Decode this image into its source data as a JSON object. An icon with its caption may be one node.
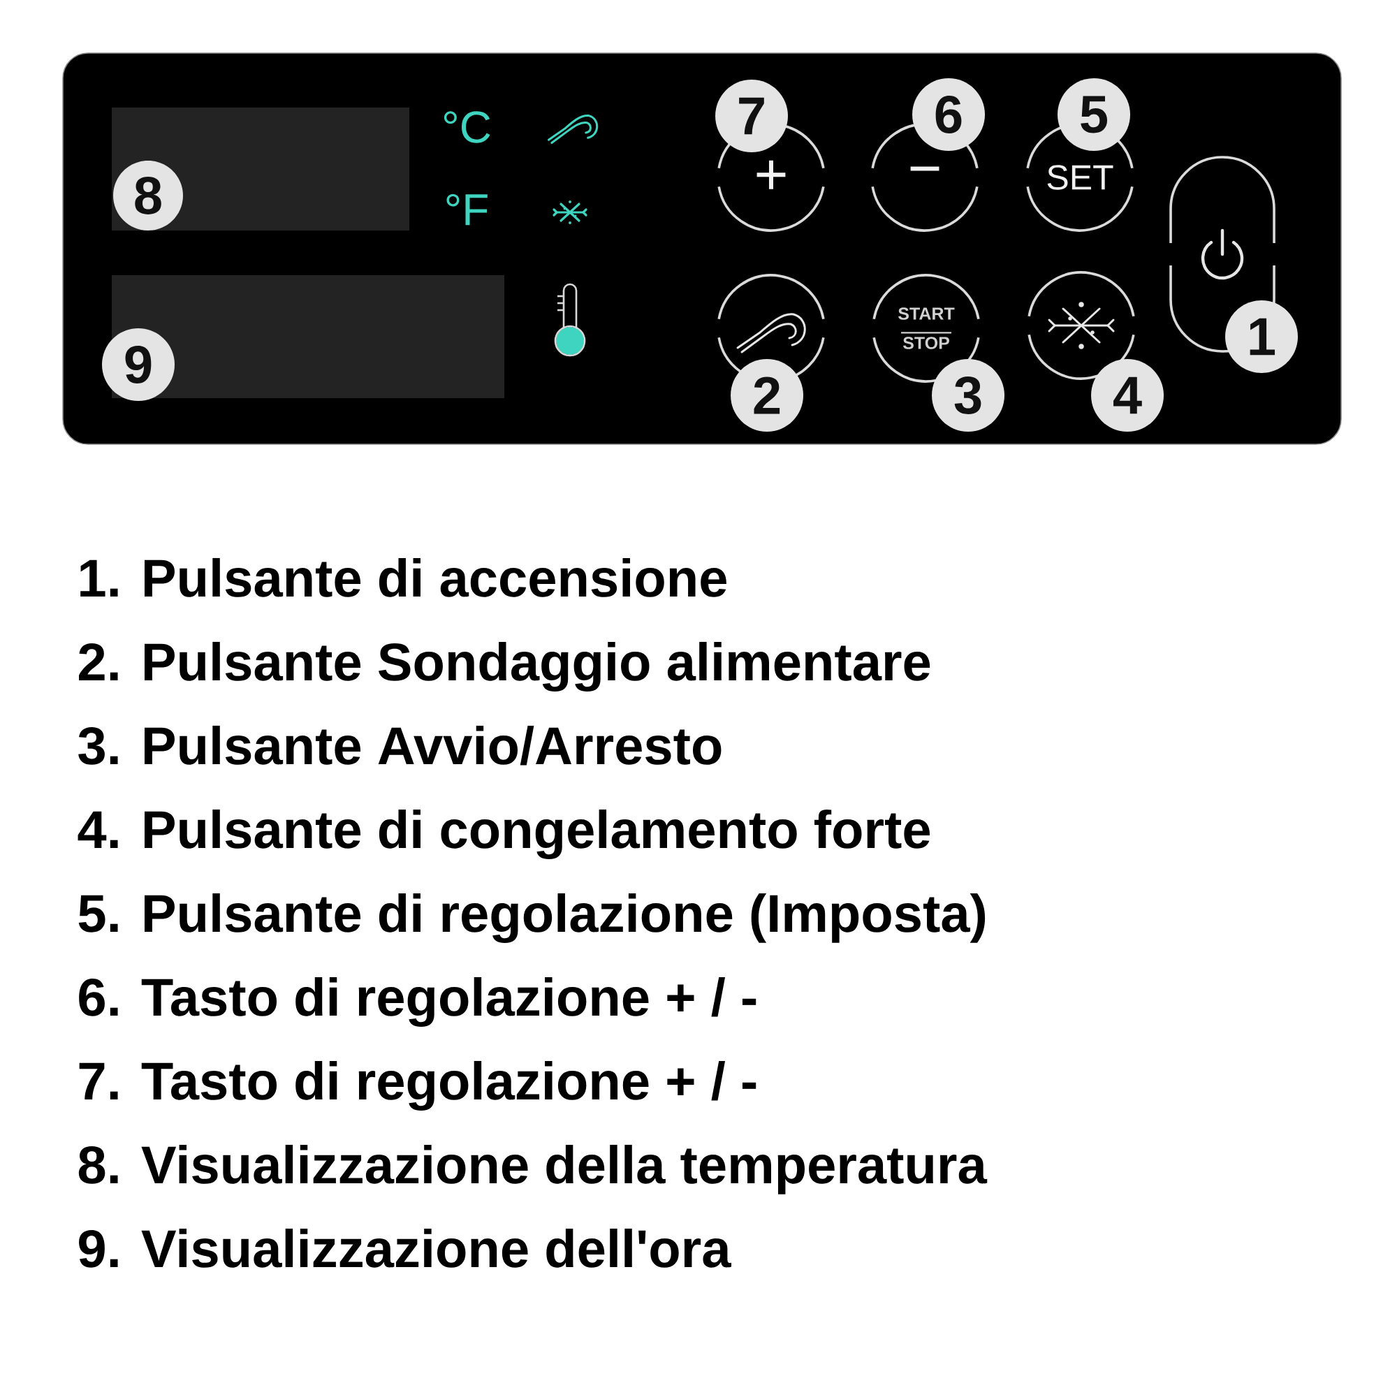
{
  "diagram": {
    "nodes": [
      {
        "text": [
          "°C",
          "°F"
        ]
      },
      {
        "text": [],
        "shape": "box",
        "in": 0
      },
      {
        "text": [
          "8"
        ],
        "in": 1
      },
      {
        "text": [],
        "shape": "box",
        "in": 0
      },
      {
        "text": [
          "9"
        ],
        "in": 0
      },
      {
        "text": [
          "+"
        ],
        "in": 0
      },
      {
        "text": [
          "7"
        ],
        "in": 0
      },
      {
        "text": [
          "−"
        ],
        "in": 0
      },
      {
        "text": [
          "6"
        ],
        "in": 0
      },
      {
        "text": [
          "SET"
        ],
        "in": 0
      },
      {
        "text": [
          "5"
        ],
        "in": 0
      },
      {
        "text": [],
        "shape": "box",
        "in": 0
      },
      {
        "text": [
          "1"
        ],
        "in": 0
      },
      {
        "text": [],
        "shape": "circle",
        "in": 0
      },
      {
        "text": [
          "2"
        ],
        "in": 0
      },
      {
        "text": [
          "START",
          "STOP"
        ],
        "in": 0
      },
      {
        "text": [
          "3"
        ],
        "in": 0
      },
      {
        "text": [],
        "shape": "circle",
        "in": 0
      },
      {
        "text": [
          "4"
        ],
        "in": 0
      }
    ],
    "labels": [
      "1. Pulsante di accensione",
      "2. Pulsante Sondaggio alimentare",
      "3. Pulsante Avvio/Arresto",
      "4. Pulsante di congelamento forte",
      "5. Pulsante di regolazione (Imposta)",
      "6. Tasto di regolazione + / -",
      "7. Tasto di regolazione + / -",
      "8. Visualizzazione della temperatura",
      "9. Visualizzazione dell'ora"
    ]
  }
}
